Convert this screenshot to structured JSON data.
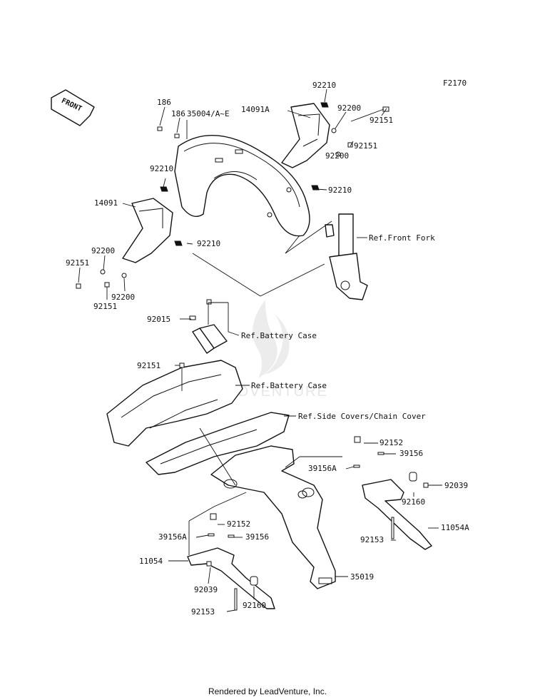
{
  "figure_code": "F2170",
  "direction_tag": "FRONT",
  "watermark_text": "LEADVENTURE",
  "footer": "Rendered by LeadVenture, Inc.",
  "callouts": {
    "p186a": "186",
    "p186b": "186",
    "p35004": "35004/A~E",
    "p14091A": "14091A",
    "p92210_top": "92210",
    "p92200_top": "92200",
    "p92151_top": "92151",
    "p92151_mid": "92151",
    "p92200_mid": "92200",
    "p92210_mid": "92210",
    "p92210_left": "92210",
    "p14091": "14091",
    "p92210_center": "92210",
    "p92200_left": "92200",
    "p92151_left": "92151",
    "p92151_low": "92151",
    "p92200_low": "92200",
    "p92015": "92015",
    "p92151_tray": "92151",
    "p92152_r": "92152",
    "p39156_r": "39156",
    "p39156A_r": "39156A",
    "p92039_r": "92039",
    "p92160_r": "92160",
    "p11054A": "11054A",
    "p92153_r": "92153",
    "p92152_l": "92152",
    "p39156A_l": "39156A",
    "p39156_l": "39156",
    "p11054": "11054",
    "p35019": "35019",
    "p92039_l": "92039",
    "p92160_l": "92160",
    "p92153_l": "92153"
  },
  "references": {
    "front_fork": "Ref.Front Fork",
    "battery_case_1": "Ref.Battery Case",
    "battery_case_2": "Ref.Battery Case",
    "side_covers": "Ref.Side Covers/Chain Cover"
  }
}
